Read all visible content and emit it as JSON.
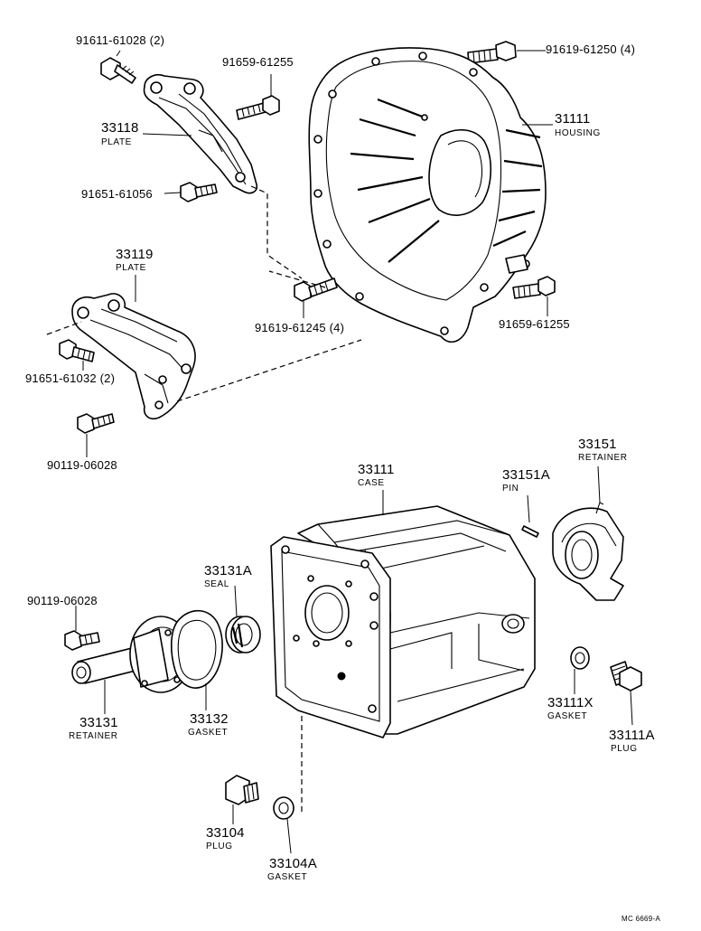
{
  "labels": {
    "p91611": "91611-61028 (2)",
    "p91659a": "91659-61255",
    "p91619a": "91619-61250 (4)",
    "p31111_num": "31111",
    "p31111_name": "HOUSING",
    "p33118_num": "33118",
    "p33118_name": "PLATE",
    "p91651a": "91651-61056",
    "p33119_num": "33119",
    "p33119_name": "PLATE",
    "p91619b": "91619-61245 (4)",
    "p91659b": "91659-61255",
    "p91651b": "91651-61032 (2)",
    "p90119a": "90119-06028",
    "p33111_num": "33111",
    "p33111_name": "CASE",
    "p33151A_num": "33151A",
    "p33151A_name": "PIN",
    "p33151_num": "33151",
    "p33151_name": "RETAINER",
    "p33131A_num": "33131A",
    "p33131A_name": "SEAL",
    "p90119b": "90119-06028",
    "p33131_num": "33131",
    "p33131_name": "RETAINER",
    "p33132_num": "33132",
    "p33132_name": "GASKET",
    "p33111X_num": "33111X",
    "p33111X_name": "GASKET",
    "p33111A_num": "33111A",
    "p33111A_name": "PLUG",
    "p33104_num": "33104",
    "p33104_name": "PLUG",
    "p33104A_num": "33104A",
    "p33104A_name": "GASKET",
    "drawing_code": "MC 6669-A"
  }
}
